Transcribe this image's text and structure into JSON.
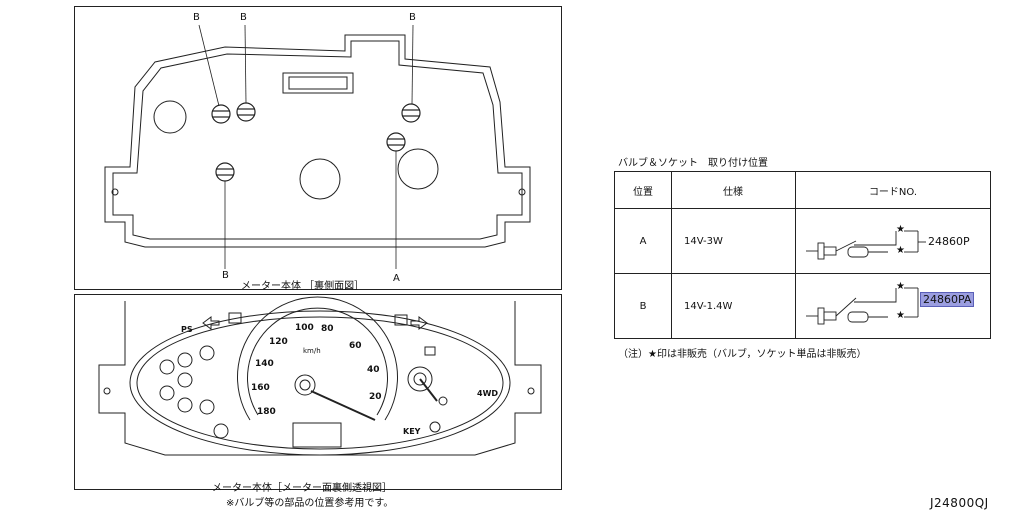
{
  "rear_view": {
    "labels_top": [
      "B",
      "B",
      "B"
    ],
    "label_bottom_left": "B",
    "label_bottom_right": "A",
    "caption": "メーター本体 ［裏側面図］"
  },
  "front_view": {
    "caption": "メーター本体［メーター面裏側透視図］",
    "sub_caption": "※バルブ等の部品の位置参考用です。",
    "speed_marks": [
      "20",
      "40",
      "60",
      "80",
      "100",
      "120",
      "140",
      "160",
      "180"
    ],
    "speed_unit": "km/h",
    "indicator_ps": "PS",
    "indicator_4wd": "4WD",
    "indicator_key": "KEY"
  },
  "table": {
    "title": "バルブ＆ソケット　取り付け位置",
    "headers": [
      "位置",
      "仕様",
      "コードNO."
    ],
    "rows": [
      {
        "position": "A",
        "spec": "14V-3W",
        "code": "24860P",
        "highlight": false
      },
      {
        "position": "B",
        "spec": "14V-1.4W",
        "code": "24860PA",
        "highlight": true
      }
    ],
    "star": "★"
  },
  "note": "（注）★印は非販売（バルブ，ソケット単品は非販売）",
  "diagram_id": "J24800QJ"
}
